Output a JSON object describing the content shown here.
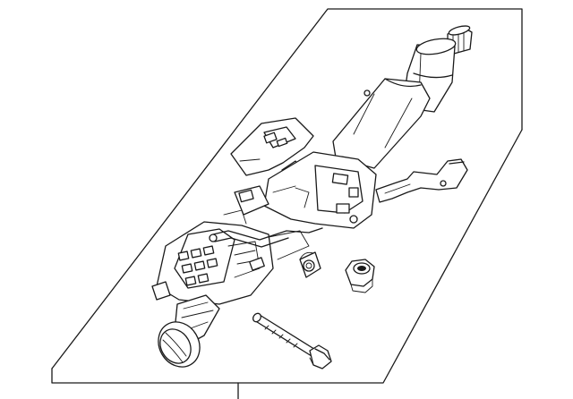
{
  "diagram": {
    "parts": [
      {
        "name": "steering-column-assembly"
      },
      {
        "name": "lock-nut"
      },
      {
        "name": "mounting-bolt"
      }
    ],
    "callouts": []
  }
}
